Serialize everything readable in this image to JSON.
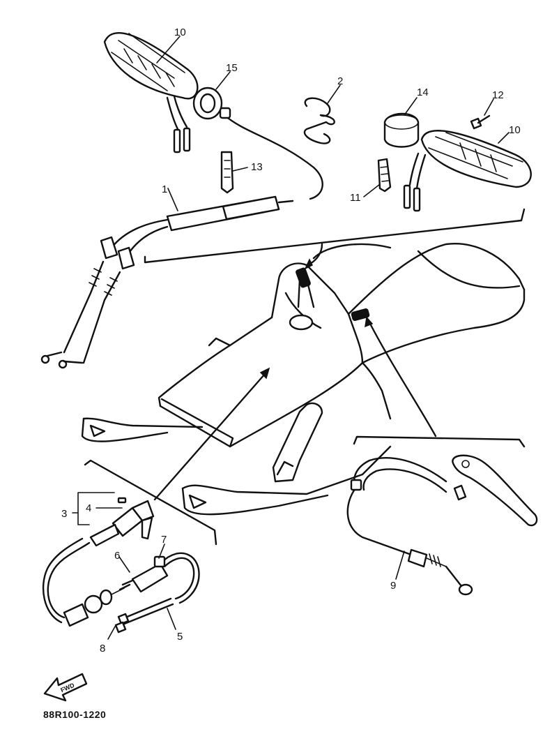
{
  "diagram": {
    "callouts": [
      "1",
      "2",
      "3",
      "4",
      "5",
      "6",
      "7",
      "8",
      "9",
      "10",
      "10",
      "11",
      "12",
      "13",
      "14",
      "15"
    ],
    "forward_label": "FWD",
    "drawing_code": "88R100-1220"
  }
}
